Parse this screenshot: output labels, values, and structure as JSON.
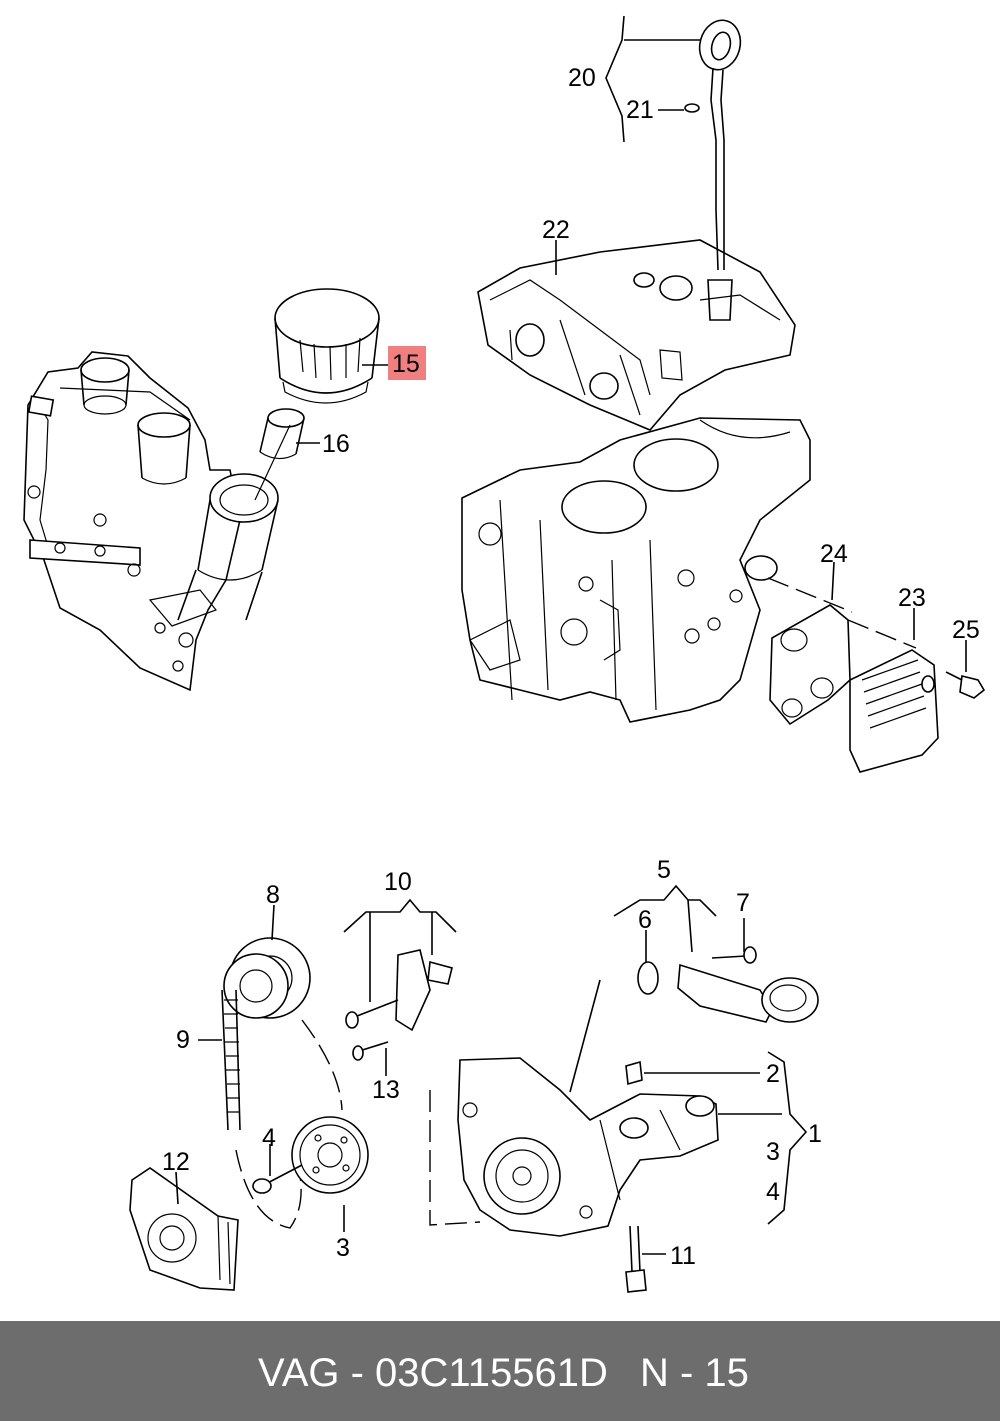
{
  "callouts": {
    "n1": "1",
    "n2": "2",
    "n3a": "3",
    "n3b": "3",
    "n4a": "4",
    "n4b": "4",
    "n5": "5",
    "n6": "6",
    "n7": "7",
    "n8": "8",
    "n9": "9",
    "n10": "10",
    "n11": "11",
    "n12": "12",
    "n13": "13",
    "n15": "15",
    "n16": "16",
    "n20": "20",
    "n21": "21",
    "n22": "22",
    "n23": "23",
    "n24": "24",
    "n25": "25"
  },
  "highlight": {
    "callout": "15",
    "color": "#f08080"
  },
  "footer": {
    "brand_part": "VAG - 03C115561D",
    "ref": "N - 15",
    "background": "#6d6d6d"
  }
}
